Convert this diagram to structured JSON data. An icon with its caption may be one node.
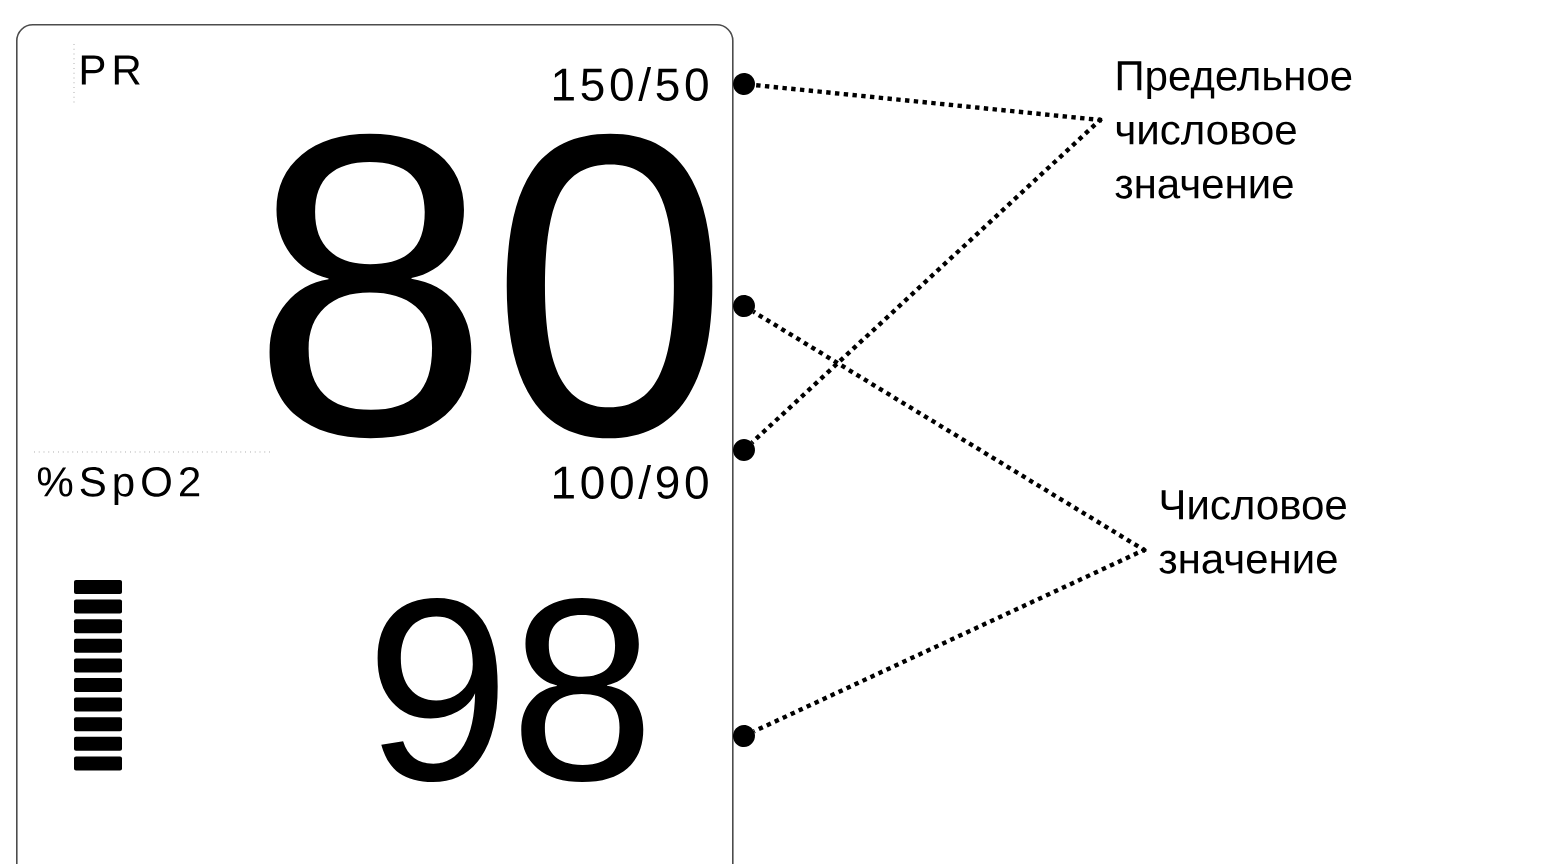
{
  "diagram": {
    "nodes": [
      {
        "text": [],
        "shape": "box"
      },
      {
        "text": [
          "150/50"
        ],
        "in": 0
      },
      {
        "text": [
          "80"
        ],
        "in": 0
      },
      {
        "text": [
          "100/90"
        ],
        "in": 0
      },
      {
        "text": [
          "98"
        ],
        "in": 0
      },
      {
        "text": [
          "Предельное числовое значение"
        ]
      },
      {
        "text": [
          "Числовое значение"
        ]
      }
    ],
    "edges": [
      {
        "from": 5,
        "to": 1,
        "arrow": "other",
        "style": "dashed"
      },
      {
        "from": 5,
        "to": 3,
        "arrow": "other",
        "style": "dashed"
      },
      {
        "from": 6,
        "to": 2,
        "arrow": "other",
        "style": "dashed"
      },
      {
        "from": 6,
        "to": 4,
        "arrow": "other",
        "style": "dashed"
      }
    ],
    "labels": [
      "PR",
      "%SpO2"
    ]
  }
}
